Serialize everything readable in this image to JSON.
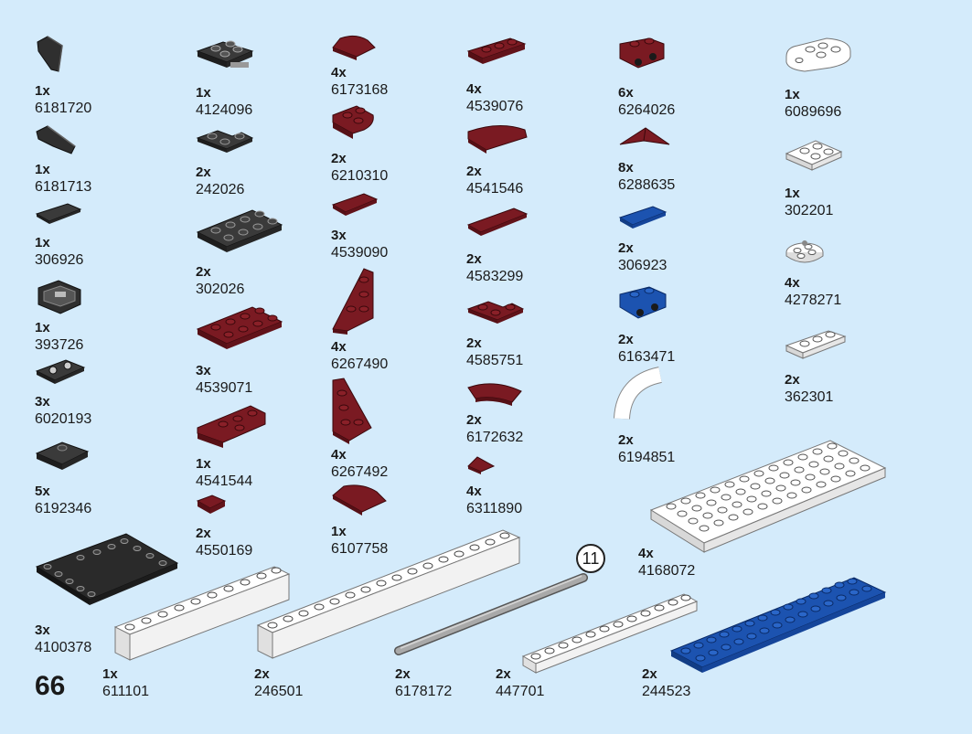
{
  "page_number": "66",
  "step_callout": "11",
  "colors": {
    "background": "#d4ebfb",
    "black": "#2f2f2f",
    "dark_red": "#7a1a22",
    "blue": "#1c53b0",
    "white": "#ffffff",
    "light_gray": "#bdbdbd"
  },
  "parts": [
    {
      "qty": "1x",
      "id": "6181720",
      "color": "black",
      "shape": "wedge-curved-icon"
    },
    {
      "qty": "1x",
      "id": "6181713",
      "color": "black",
      "shape": "wedge-curved-icon"
    },
    {
      "qty": "1x",
      "id": "306926",
      "color": "black",
      "shape": "tile-1x2-icon"
    },
    {
      "qty": "1x",
      "id": "393726",
      "color": "black",
      "shape": "bracket-icon"
    },
    {
      "qty": "3x",
      "id": "6020193",
      "color": "black",
      "shape": "plate-with-clips-icon"
    },
    {
      "qty": "5x",
      "id": "6192346",
      "color": "black",
      "shape": "plate-2x2-icon"
    },
    {
      "qty": "3x",
      "id": "4100378",
      "color": "black",
      "shape": "tile-plate-4x6-icon"
    },
    {
      "qty": "1x",
      "id": "4124096",
      "color": "black",
      "shape": "plate-2x2-wheel-holder-icon"
    },
    {
      "qty": "2x",
      "id": "242026",
      "color": "black",
      "shape": "plate-corner-icon"
    },
    {
      "qty": "2x",
      "id": "302026",
      "color": "black",
      "shape": "plate-2x4-icon"
    },
    {
      "qty": "3x",
      "id": "4539071",
      "color": "dark_red",
      "shape": "plate-2x4-icon"
    },
    {
      "qty": "1x",
      "id": "4541544",
      "color": "dark_red",
      "shape": "wedge-plate-icon"
    },
    {
      "qty": "2x",
      "id": "4550169",
      "color": "dark_red",
      "shape": "tile-1x1-icon"
    },
    {
      "qty": "4x",
      "id": "6173168",
      "color": "dark_red",
      "shape": "slope-curved-icon"
    },
    {
      "qty": "2x",
      "id": "6210310",
      "color": "dark_red",
      "shape": "plate-round-corner-icon"
    },
    {
      "qty": "3x",
      "id": "4539090",
      "color": "dark_red",
      "shape": "tile-1x2-icon"
    },
    {
      "qty": "4x",
      "id": "6267490",
      "color": "dark_red",
      "shape": "wedge-plate-left-icon"
    },
    {
      "qty": "4x",
      "id": "6267492",
      "color": "dark_red",
      "shape": "wedge-plate-right-icon"
    },
    {
      "qty": "1x",
      "id": "6107758",
      "color": "dark_red",
      "shape": "slope-curved-icon"
    },
    {
      "qty": "4x",
      "id": "4539076",
      "color": "dark_red",
      "shape": "plate-1x3-icon"
    },
    {
      "qty": "2x",
      "id": "4541546",
      "color": "dark_red",
      "shape": "slope-curved-long-icon"
    },
    {
      "qty": "2x",
      "id": "4583299",
      "color": "dark_red",
      "shape": "tile-1x4-icon"
    },
    {
      "qty": "2x",
      "id": "4585751",
      "color": "dark_red",
      "shape": "plate-corner-icon"
    },
    {
      "qty": "2x",
      "id": "6172632",
      "color": "dark_red",
      "shape": "tile-curved-macaroni-icon"
    },
    {
      "qty": "4x",
      "id": "6311890",
      "color": "dark_red",
      "shape": "tile-1x1-triangle-icon"
    },
    {
      "qty": "6x",
      "id": "6264026",
      "color": "dark_red",
      "shape": "bracket-inverted-icon"
    },
    {
      "qty": "8x",
      "id": "6288635",
      "color": "dark_red",
      "shape": "wedge-tile-icon"
    },
    {
      "qty": "2x",
      "id": "306923",
      "color": "blue",
      "shape": "tile-1x2-icon"
    },
    {
      "qty": "2x",
      "id": "6163471",
      "color": "blue",
      "shape": "bracket-inverted-icon"
    },
    {
      "qty": "2x",
      "id": "6194851",
      "color": "white",
      "shape": "tube-curved-icon"
    },
    {
      "qty": "4x",
      "id": "4168072",
      "color": "white",
      "shape": "plate-6x12-icon"
    },
    {
      "qty": "1x",
      "id": "6089696",
      "color": "white",
      "shape": "plate-round-end-icon"
    },
    {
      "qty": "1x",
      "id": "302201",
      "color": "white",
      "shape": "plate-2x2-icon"
    },
    {
      "qty": "4x",
      "id": "4278271",
      "color": "white",
      "shape": "plate-round-2x2-icon"
    },
    {
      "qty": "2x",
      "id": "362301",
      "color": "white",
      "shape": "plate-1x3-icon"
    },
    {
      "qty": "1x",
      "id": "611101",
      "color": "white",
      "shape": "brick-1x10-icon"
    },
    {
      "qty": "2x",
      "id": "246501",
      "color": "white",
      "shape": "brick-1x16-icon"
    },
    {
      "qty": "2x",
      "id": "6178172",
      "color": "light_gray",
      "shape": "bar-long-icon"
    },
    {
      "qty": "2x",
      "id": "447701",
      "color": "white",
      "shape": "plate-1x12-icon"
    },
    {
      "qty": "2x",
      "id": "244523",
      "color": "blue",
      "shape": "plate-2x14-icon"
    }
  ]
}
